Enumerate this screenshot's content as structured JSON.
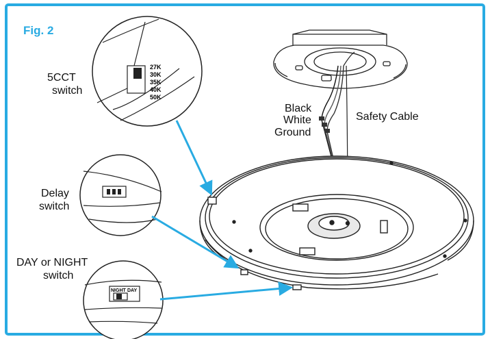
{
  "figure": {
    "label": "Fig. 2",
    "accent_color": "#29abe2",
    "callouts": {
      "cct": {
        "line1": "5CCT",
        "line2": "switch",
        "options": [
          "27K",
          "30K",
          "35K",
          "40K",
          "50K"
        ]
      },
      "delay": {
        "line1": "Delay",
        "line2": "switch"
      },
      "daynight": {
        "line1": "DAY or NIGHT",
        "line2": "switch",
        "night": "NIGHT",
        "day": "DAY"
      }
    },
    "wires": {
      "black": "Black",
      "white": "White",
      "ground": "Ground",
      "safety_cable": "Safety Cable"
    }
  }
}
